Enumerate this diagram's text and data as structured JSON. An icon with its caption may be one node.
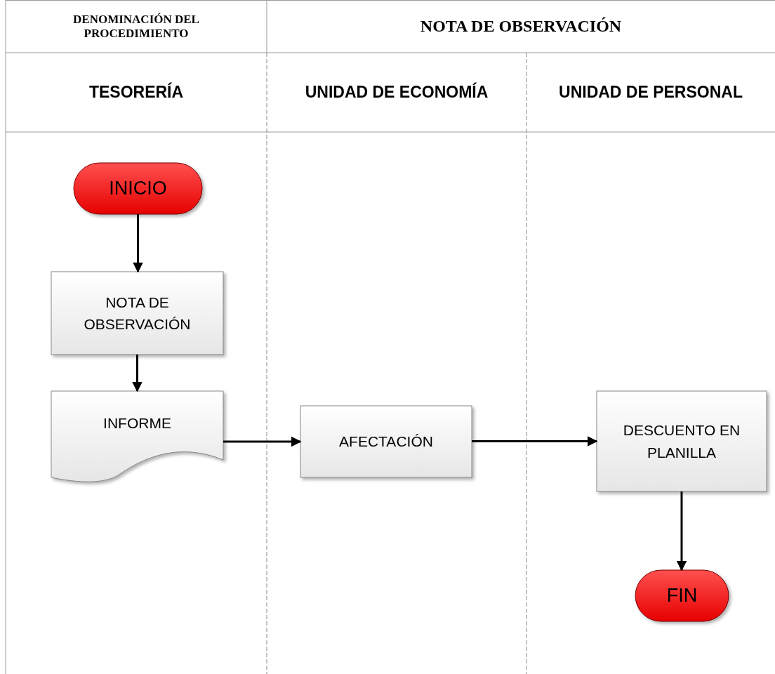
{
  "diagram": {
    "nodes": [
      {
        "text": [
          "TESORERÍA"
        ]
      },
      {
        "text": [
          "UNIDAD DE ECONOMÍA"
        ]
      },
      {
        "text": [
          "UNIDAD DE PERSONAL"
        ]
      },
      {
        "text": [
          "INICIO"
        ],
        "in": 0
      },
      {
        "text": [
          "NOTA DE OBSERVACIÓN"
        ],
        "in": 0
      },
      {
        "text": [
          "INFORME"
        ],
        "in": 0
      },
      {
        "text": [
          "AFECTACIÓN"
        ],
        "in": 1
      },
      {
        "text": [
          "DESCUENTO EN PLANILLA"
        ],
        "in": 2
      },
      {
        "text": [
          "FIN"
        ],
        "in": 2
      }
    ],
    "edges": [
      {
        "from": 3,
        "to": 4,
        "arrow": "to"
      },
      {
        "from": 4,
        "to": 5,
        "arrow": "to"
      },
      {
        "from": 5,
        "to": 6,
        "arrow": "to"
      },
      {
        "from": 6,
        "to": 7,
        "arrow": "to"
      },
      {
        "from": 7,
        "to": 8,
        "arrow": "to"
      }
    ],
    "labels": [
      "DENOMINACIÓN DEL PROCEDIMIENTO",
      "NOTA DE OBSERVACIÓN"
    ]
  }
}
